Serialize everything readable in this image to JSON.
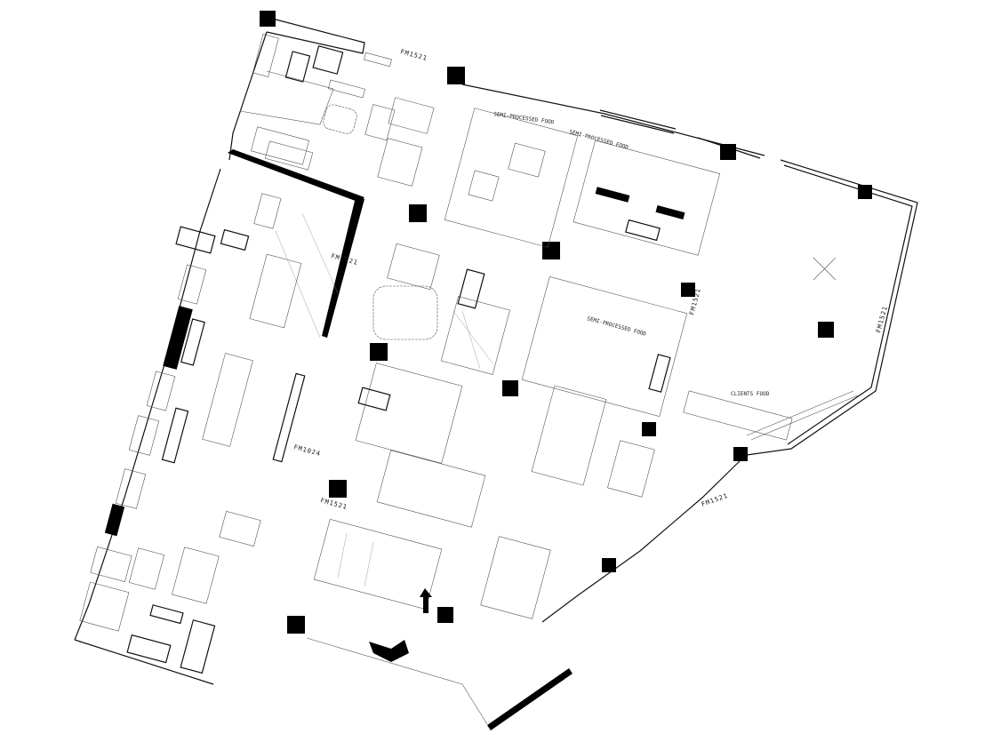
{
  "labels": {
    "semi_processed_food": "SEMI-PROCESSED FOOD",
    "semi_processed_food_2": "SEMI-PROCESSED FOOD",
    "semi_processed_food_3": "SEMI-PROCESSED FOOD",
    "clients_food": "CLIENTS FOOD",
    "fm_tags": [
      "FM1521",
      "FM1521",
      "FM1024",
      "FM1521",
      "FM1521",
      "FM1521",
      "FM1521"
    ]
  },
  "colors": {
    "line": "#111111",
    "background": "#ffffff",
    "fill": "#000000"
  }
}
